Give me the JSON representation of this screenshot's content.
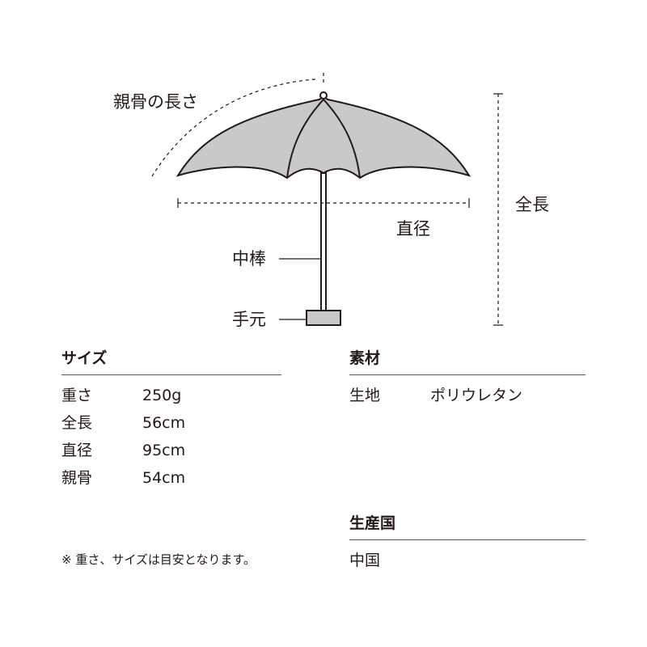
{
  "diagram": {
    "labels": {
      "rib_length": "親骨の長さ",
      "total_length": "全長",
      "diameter": "直径",
      "shaft": "中棒",
      "handle": "手元"
    },
    "colors": {
      "canopy": "#c9c9c9",
      "line": "#231815",
      "shaft_fill": "#ffffff"
    }
  },
  "size": {
    "title": "サイズ",
    "rows": [
      {
        "key": "重さ",
        "value": "250g"
      },
      {
        "key": "全長",
        "value": "56cm"
      },
      {
        "key": "直径",
        "value": "95cm"
      },
      {
        "key": "親骨",
        "value": "54cm"
      }
    ]
  },
  "material": {
    "title": "素材",
    "rows": [
      {
        "key": "生地",
        "value": "ポリウレタン"
      }
    ]
  },
  "origin": {
    "title": "生産国",
    "value": "中国"
  },
  "note": "※ 重さ、サイズは目安となります。"
}
